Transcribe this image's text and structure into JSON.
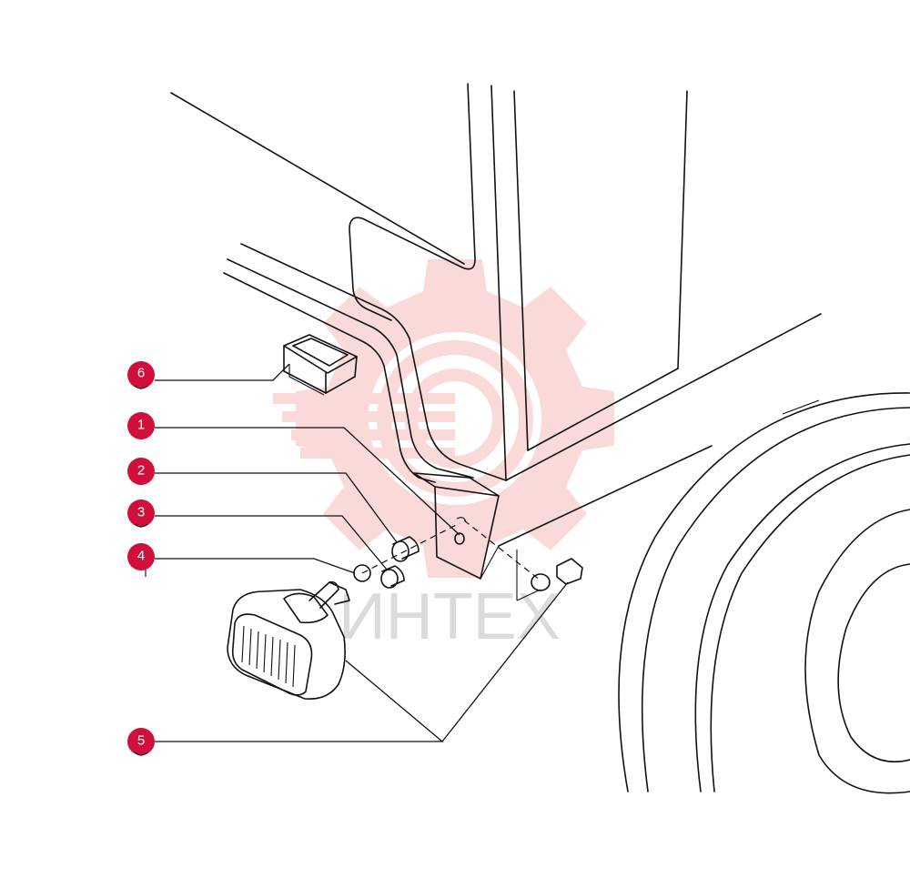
{
  "colors": {
    "badge": "#d0103a",
    "watermark": "#f07a7a",
    "line": "#111111"
  },
  "watermark": {
    "icon": "gear-logo-icon",
    "text": "ИНТЕХ"
  },
  "callouts": [
    {
      "number": "1"
    },
    {
      "number": "2"
    },
    {
      "number": "3"
    },
    {
      "number": "4"
    },
    {
      "number": "5"
    },
    {
      "number": "6"
    }
  ]
}
